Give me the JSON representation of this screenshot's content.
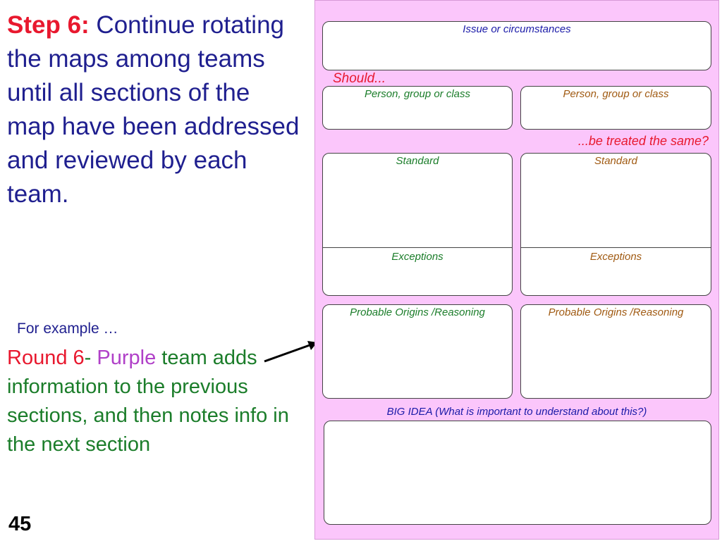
{
  "left": {
    "step_label": "Step 6:",
    "step_text": " Continue rotating the maps among teams until all sections of the map have been addressed and reviewed by each team.",
    "for_example": "For example …",
    "round_label": "Round 6",
    "round_dash": "- ",
    "round_color": "Purple",
    "round_text": " team adds information to the previous sections, and then notes info in the next section",
    "page_number": "45"
  },
  "map": {
    "issue_label": "Issue or circumstances",
    "should_label": "Should...",
    "person_left": "Person, group or class",
    "person_right": "Person, group or class",
    "treated_label": "...be treated the same?",
    "standard_left": "Standard",
    "standard_right": "Standard",
    "exceptions_left": "Exceptions",
    "exceptions_right": "Exceptions",
    "origins_left": "Probable Origins /Reasoning",
    "origins_right": "Probable Origins /Reasoning",
    "big_idea": "BIG IDEA (What is important to understand about this?)"
  },
  "colors": {
    "panel_background": "#fbc6fb",
    "title_red": "#e8182e",
    "body_blue": "#1f1f8f",
    "team_green": "#1b7d2a",
    "team_purple": "#b040c8",
    "map_brown": "#a05a12"
  }
}
